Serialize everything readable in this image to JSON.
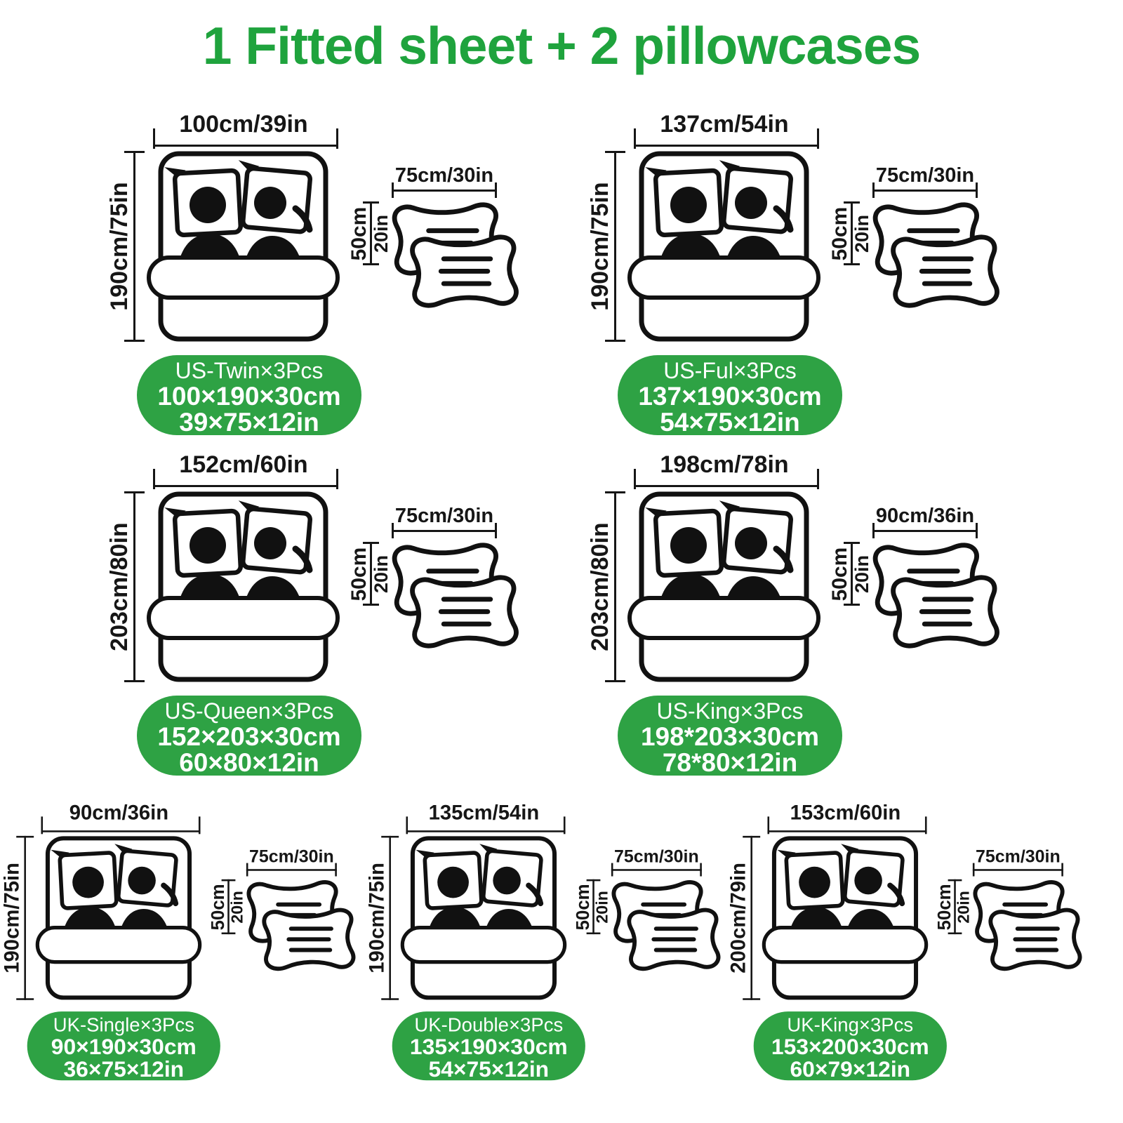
{
  "title": "1 Fitted sheet + 2 pillowcases",
  "colors": {
    "green": "#2EA244",
    "title_green": "#1FA33D",
    "ink": "#161616"
  },
  "sections": [
    {
      "name": "US-Twin",
      "width_label": "100cm/39in",
      "height_label": "190cm/75in",
      "pillow_width_label": "75cm/30in",
      "pillow_height_cm": "50cm",
      "pillow_height_in": "20in",
      "badge": [
        "US-Twin×3Pcs",
        "100×190×30cm",
        "39×75×12in"
      ]
    },
    {
      "name": "US-Ful",
      "width_label": "137cm/54in",
      "height_label": "190cm/75in",
      "pillow_width_label": "75cm/30in",
      "pillow_height_cm": "50cm",
      "pillow_height_in": "20in",
      "badge": [
        "US-Ful×3Pcs",
        "137×190×30cm",
        "54×75×12in"
      ]
    },
    {
      "name": "US-Queen",
      "width_label": "152cm/60in",
      "height_label": "203cm/80in",
      "pillow_width_label": "75cm/30in",
      "pillow_height_cm": "50cm",
      "pillow_height_in": "20in",
      "badge": [
        "US-Queen×3Pcs",
        "152×203×30cm",
        "60×80×12in"
      ]
    },
    {
      "name": "US-King",
      "width_label": "198cm/78in",
      "height_label": "203cm/80in",
      "pillow_width_label": "90cm/36in",
      "pillow_height_cm": "50cm",
      "pillow_height_in": "20in",
      "badge": [
        "US-King×3Pcs",
        "198*203×30cm",
        "78*80×12in"
      ]
    },
    {
      "name": "UK-Single",
      "width_label": "90cm/36in",
      "height_label": "190cm/75in",
      "pillow_width_label": "75cm/30in",
      "pillow_height_cm": "50cm",
      "pillow_height_in": "20in",
      "badge": [
        "UK-Single×3Pcs",
        "90×190×30cm",
        "36×75×12in"
      ]
    },
    {
      "name": "UK-Double",
      "width_label": "135cm/54in",
      "height_label": "190cm/75in",
      "pillow_width_label": "75cm/30in",
      "pillow_height_cm": "50cm",
      "pillow_height_in": "20in",
      "badge": [
        "UK-Double×3Pcs",
        "135×190×30cm",
        "54×75×12in"
      ]
    },
    {
      "name": "UK-King",
      "width_label": "153cm/60in",
      "height_label": "200cm/79in",
      "pillow_width_label": "75cm/30in",
      "pillow_height_cm": "50cm",
      "pillow_height_in": "20in",
      "badge": [
        "UK-King×3Pcs",
        "153×200×30cm",
        "60×79×12in"
      ]
    }
  ]
}
